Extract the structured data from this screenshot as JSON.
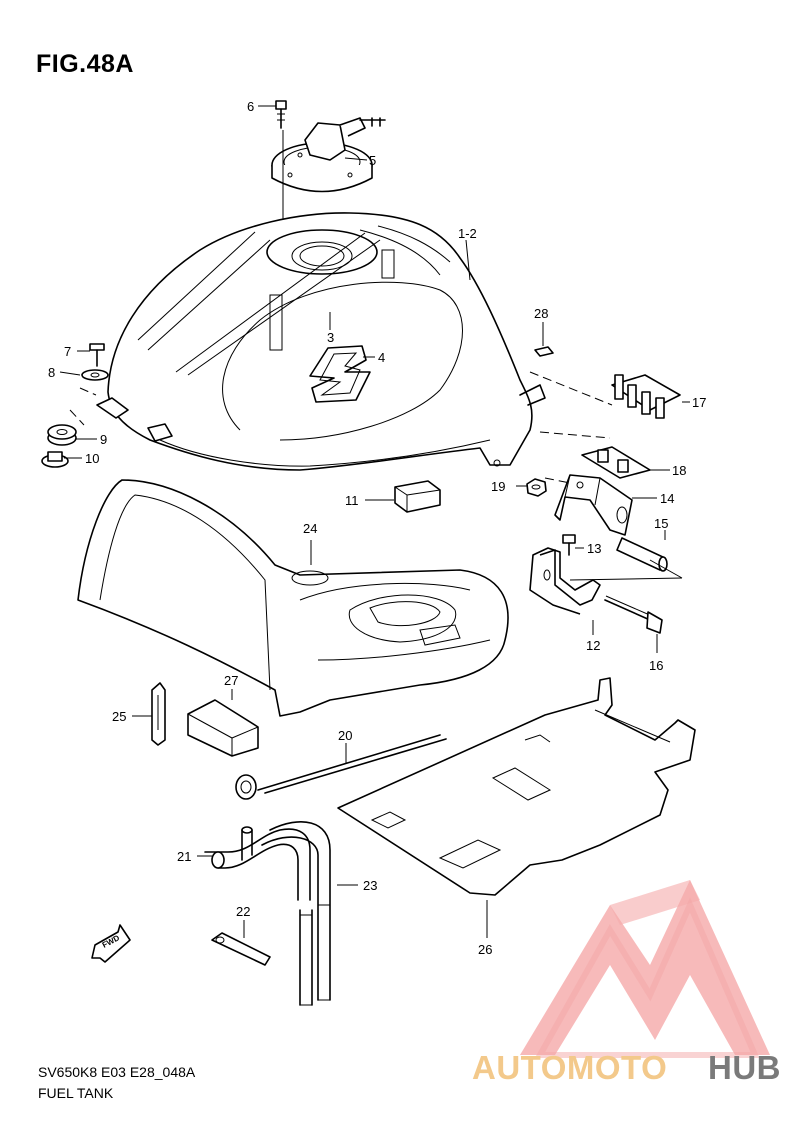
{
  "figure": {
    "title": "FIG.48A",
    "code": "SV650K8 E03 E28_048A",
    "name": "FUEL TANK"
  },
  "callouts": [
    {
      "id": "1-2",
      "text": "1-2"
    },
    {
      "id": "3",
      "text": "3"
    },
    {
      "id": "4",
      "text": "4"
    },
    {
      "id": "5",
      "text": "5"
    },
    {
      "id": "6",
      "text": "6"
    },
    {
      "id": "7",
      "text": "7"
    },
    {
      "id": "8",
      "text": "8"
    },
    {
      "id": "9",
      "text": "9"
    },
    {
      "id": "10",
      "text": "10"
    },
    {
      "id": "11",
      "text": "11"
    },
    {
      "id": "12",
      "text": "12"
    },
    {
      "id": "13",
      "text": "13"
    },
    {
      "id": "14",
      "text": "14"
    },
    {
      "id": "15",
      "text": "15"
    },
    {
      "id": "16",
      "text": "16"
    },
    {
      "id": "17",
      "text": "17"
    },
    {
      "id": "18",
      "text": "18"
    },
    {
      "id": "19",
      "text": "19"
    },
    {
      "id": "20",
      "text": "20"
    },
    {
      "id": "21",
      "text": "21"
    },
    {
      "id": "22",
      "text": "22"
    },
    {
      "id": "23",
      "text": "23"
    },
    {
      "id": "24",
      "text": "24"
    },
    {
      "id": "25",
      "text": "25"
    },
    {
      "id": "26",
      "text": "26"
    },
    {
      "id": "27",
      "text": "27"
    },
    {
      "id": "28",
      "text": "28"
    }
  ],
  "fwd_arrow": {
    "text": "FWD"
  },
  "watermark": {
    "part1": "AUTOMOTO",
    "part2": "HUB",
    "color1": "#f3c98b",
    "color2": "#7a7a7a",
    "logo_color": "#f08a8a"
  }
}
